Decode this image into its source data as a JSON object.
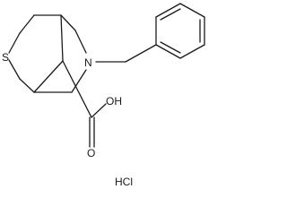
{
  "molecule": {
    "atoms": {
      "sulfur": "S",
      "nitrogen": "N",
      "hydroxyl": "OH",
      "carbonyl_oxygen": "O"
    },
    "salt": "HCl"
  }
}
